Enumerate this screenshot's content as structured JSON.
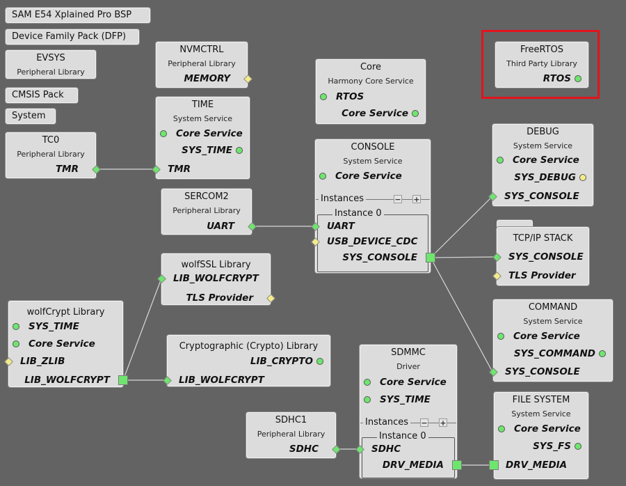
{
  "colors": {
    "background": "#636363",
    "node": "#dcdcdc",
    "green": "#6ee66e",
    "yellow": "#f4ec8c",
    "highlight": "#e3131b",
    "wire": "#d8d8d8"
  },
  "simple_nodes": [
    {
      "id": "bsp",
      "label": "SAM E54 Xplained Pro BSP"
    },
    {
      "id": "dfp",
      "label": "Device Family Pack (DFP)"
    },
    {
      "id": "cmsis",
      "label": "CMSIS Pack"
    },
    {
      "id": "system",
      "label": "System"
    }
  ],
  "instances_label": "Instances",
  "instance0_label": "Instance 0",
  "nodes": [
    {
      "id": "evsys",
      "title": "EVSYS",
      "subtitle": "Peripheral Library",
      "ports": []
    },
    {
      "id": "tc0",
      "title": "TC0",
      "subtitle": "Peripheral Library",
      "ports": [
        {
          "label": "TMR",
          "kind": "diamond",
          "color": "green"
        }
      ]
    },
    {
      "id": "nvmctrl",
      "title": "NVMCTRL",
      "subtitle": "Peripheral Library",
      "ports": [
        {
          "label": "MEMORY",
          "kind": "diamond",
          "color": "yellow"
        }
      ]
    },
    {
      "id": "time",
      "title": "TIME",
      "subtitle": "System Service",
      "ports": [
        {
          "label": "Core Service",
          "kind": "dot",
          "color": "green"
        },
        {
          "label": "SYS_TIME",
          "kind": "dot",
          "color": "green"
        },
        {
          "label": "TMR",
          "kind": "diamond",
          "color": "green"
        }
      ]
    },
    {
      "id": "core",
      "title": "Core",
      "subtitle": "Harmony Core Service",
      "ports": [
        {
          "label": "RTOS",
          "kind": "dot",
          "color": "green"
        },
        {
          "label": "Core Service",
          "kind": "dot",
          "color": "green"
        }
      ]
    },
    {
      "id": "freertos",
      "title": "FreeRTOS",
      "subtitle": "Third Party Library",
      "ports": [
        {
          "label": "RTOS",
          "kind": "dot",
          "color": "green"
        }
      ]
    },
    {
      "id": "console",
      "title": "CONSOLE",
      "subtitle": "System Service",
      "instances": true,
      "ports": [
        {
          "label": "Core Service",
          "kind": "dot",
          "color": "green"
        },
        {
          "label": "UART",
          "kind": "diamond",
          "color": "green"
        },
        {
          "label": "USB_DEVICE_CDC",
          "kind": "diamond",
          "color": "yellow"
        },
        {
          "label": "SYS_CONSOLE",
          "kind": "square",
          "color": "green"
        }
      ]
    },
    {
      "id": "debug",
      "title": "DEBUG",
      "subtitle": "System Service",
      "ports": [
        {
          "label": "Core Service",
          "kind": "dot",
          "color": "green"
        },
        {
          "label": "SYS_DEBUG",
          "kind": "dot",
          "color": "yellow"
        },
        {
          "label": "SYS_CONSOLE",
          "kind": "diamond",
          "color": "green"
        }
      ]
    },
    {
      "id": "tcpip",
      "title": "TCP/IP STACK",
      "subtitle": "",
      "ports": [
        {
          "label": "SYS_CONSOLE",
          "kind": "diamond",
          "color": "green"
        },
        {
          "label": "TLS Provider",
          "kind": "diamond",
          "color": "yellow"
        }
      ]
    },
    {
      "id": "sercom2",
      "title": "SERCOM2",
      "subtitle": "Peripheral Library",
      "ports": [
        {
          "label": "UART",
          "kind": "diamond",
          "color": "green"
        }
      ]
    },
    {
      "id": "wolfssl",
      "title": "wolfSSL Library",
      "subtitle": "",
      "ports": [
        {
          "label": "LIB_WOLFCRYPT",
          "kind": "diamond",
          "color": "green"
        },
        {
          "label": "TLS Provider",
          "kind": "diamond",
          "color": "yellow"
        }
      ]
    },
    {
      "id": "wolfcrypt",
      "title": "wolfCrypt Library",
      "subtitle": "",
      "ports": [
        {
          "label": "SYS_TIME",
          "kind": "dot",
          "color": "green"
        },
        {
          "label": "Core Service",
          "kind": "dot",
          "color": "green"
        },
        {
          "label": "LIB_ZLIB",
          "kind": "diamond",
          "color": "yellow"
        },
        {
          "label": "LIB_WOLFCRYPT",
          "kind": "square",
          "color": "green"
        }
      ]
    },
    {
      "id": "crypto",
      "title": "Cryptographic (Crypto) Library",
      "subtitle": "",
      "ports": [
        {
          "label": "LIB_CRYPTO",
          "kind": "dot",
          "color": "green"
        },
        {
          "label": "LIB_WOLFCRYPT",
          "kind": "diamond",
          "color": "green"
        }
      ]
    },
    {
      "id": "command",
      "title": "COMMAND",
      "subtitle": "System Service",
      "ports": [
        {
          "label": "Core Service",
          "kind": "dot",
          "color": "green"
        },
        {
          "label": "SYS_COMMAND",
          "kind": "dot",
          "color": "green"
        },
        {
          "label": "SYS_CONSOLE",
          "kind": "diamond",
          "color": "green"
        }
      ]
    },
    {
      "id": "sdmmc",
      "title": "SDMMC",
      "subtitle": "Driver",
      "instances": true,
      "ports": [
        {
          "label": "Core Service",
          "kind": "dot",
          "color": "green"
        },
        {
          "label": "SYS_TIME",
          "kind": "dot",
          "color": "green"
        },
        {
          "label": "SDHC",
          "kind": "diamond",
          "color": "green"
        },
        {
          "label": "DRV_MEDIA",
          "kind": "square",
          "color": "green"
        }
      ]
    },
    {
      "id": "sdhc1",
      "title": "SDHC1",
      "subtitle": "Peripheral Library",
      "ports": [
        {
          "label": "SDHC",
          "kind": "diamond",
          "color": "green"
        }
      ]
    },
    {
      "id": "filesystem",
      "title": "FILE SYSTEM",
      "subtitle": "System Service",
      "ports": [
        {
          "label": "Core Service",
          "kind": "dot",
          "color": "green"
        },
        {
          "label": "SYS_FS",
          "kind": "dot",
          "color": "green"
        },
        {
          "label": "DRV_MEDIA",
          "kind": "square",
          "color": "green"
        }
      ]
    }
  ]
}
